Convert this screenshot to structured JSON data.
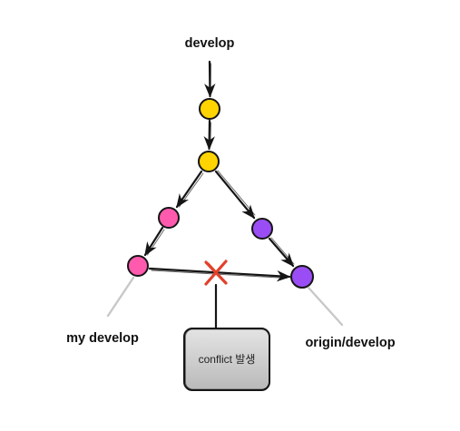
{
  "branches": {
    "develop": "develop",
    "my_develop": "my develop",
    "origin_develop": "origin/develop"
  },
  "conflict": {
    "label": "conflict 발생"
  },
  "colors": {
    "shared_commit": "#FFD400",
    "my_commit": "#FF5AAE",
    "origin_commit": "#9A4DF5",
    "conflict_mark": "#E2402B",
    "callout_box": "#CDCDCD"
  }
}
